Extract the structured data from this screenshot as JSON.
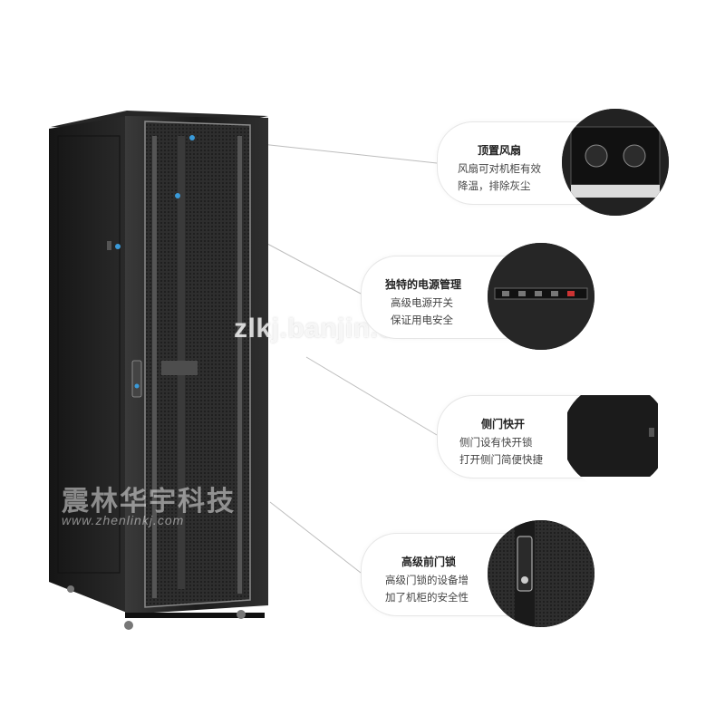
{
  "watermarks": {
    "site": "zlkj.banjin.com",
    "brand": "震林华宇科技",
    "url": "www.zhenlinkj.com"
  },
  "features": [
    {
      "title": "顶置风扇",
      "desc_line1": "风扇可对机柜有效",
      "desc_line2": "降温，排除灰尘",
      "thumb": "top-fan-icon"
    },
    {
      "title": "独特的电源管理",
      "desc_line1": "高级电源开关",
      "desc_line2": "保证用电安全",
      "thumb": "power-strip-icon"
    },
    {
      "title": "侧门快开",
      "desc_line1": "侧门设有快开锁",
      "desc_line2": "打开侧门简便快捷",
      "thumb": "side-door-icon"
    },
    {
      "title": "高级前门锁",
      "desc_line1": "高级门锁的设备增",
      "desc_line2": "加了机柜的安全性",
      "thumb": "door-lock-icon"
    }
  ],
  "colors": {
    "cabinet": "#1e1e1e",
    "mesh": "#2b2b2b",
    "accent_blue": "#3a9ad9",
    "card_border": "#e6e6e6"
  }
}
